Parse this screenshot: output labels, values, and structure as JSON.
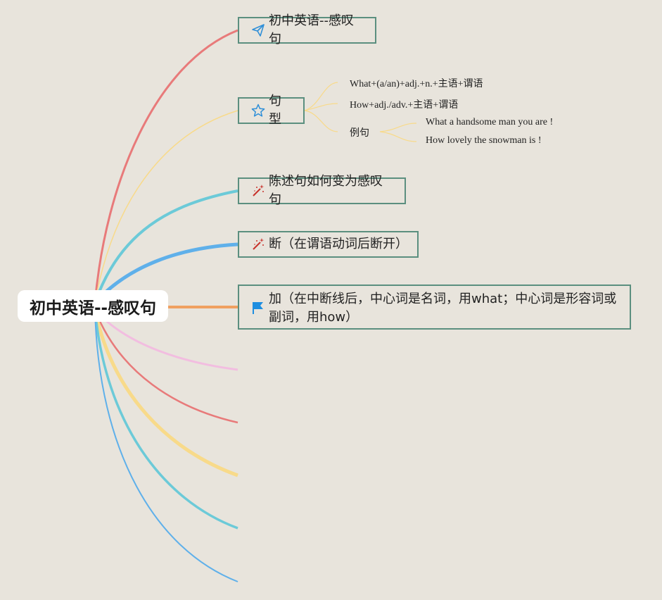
{
  "root": {
    "title": "初中英语--感叹句"
  },
  "topics": [
    {
      "label": "初中英语--感叹句",
      "icon": "paper-plane-icon"
    },
    {
      "label": "句型",
      "icon": "star-icon"
    },
    {
      "label": "陈述句如何变为感叹句",
      "icon": "magic-wand-icon"
    },
    {
      "label": "断（在谓语动词后断开）",
      "icon": "magic-wand-icon"
    },
    {
      "label": "加（在中断线后，中心词是名词，用what；中心词是形容词或副词，用how）",
      "icon": "flag-icon"
    }
  ],
  "pattern": {
    "items": [
      "What+(a/an)+adj.+n.+主语+谓语",
      "How+adj./adv.+主语+谓语",
      "例句"
    ],
    "examples": [
      "What a handsome man you are !",
      "How lovely the snowman is !"
    ]
  },
  "colors": {
    "background": "#e8e4dc",
    "topic_border": "#5b8f7f",
    "branch_red": "#e87a7a",
    "branch_yellow": "#f8da8a",
    "branch_cyan": "#6ccad8",
    "branch_blue": "#5fb0ea",
    "branch_orange": "#f0a060",
    "branch_pink": "#f2bde0"
  }
}
